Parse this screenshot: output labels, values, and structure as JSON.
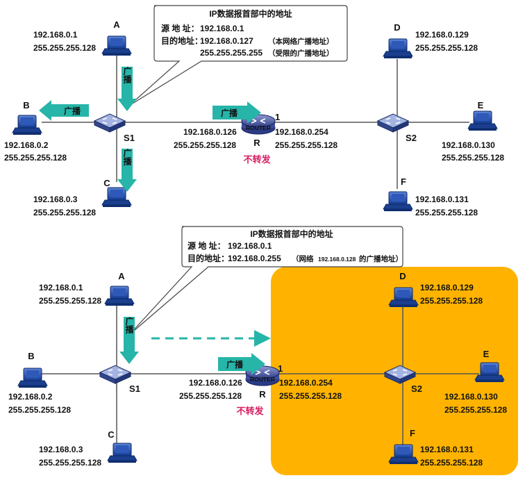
{
  "top": {
    "callout": {
      "title": "IP数据报首部中的地址",
      "src_label": "源 地 址：",
      "src_value": "192.168.0.1",
      "dst_label": "目的地址：",
      "dst_value1": "192.168.0.127",
      "dst_note1": "（本网络广播地址）",
      "dst_value2": "255.255.255.255",
      "dst_note2": "（受限的广播地址）"
    },
    "hosts": {
      "A": {
        "name": "A",
        "ip": "192.168.0.1",
        "mask": "255.255.255.128"
      },
      "B": {
        "name": "B",
        "ip": "192.168.0.2",
        "mask": "255.255.255.128"
      },
      "C": {
        "name": "C",
        "ip": "192.168.0.3",
        "mask": "255.255.255.128"
      },
      "D": {
        "name": "D",
        "ip": "192.168.0.129",
        "mask": "255.255.255.128"
      },
      "E": {
        "name": "E",
        "ip": "192.168.0.130",
        "mask": "255.255.255.128"
      },
      "F": {
        "name": "F",
        "ip": "192.168.0.131",
        "mask": "255.255.255.128"
      }
    },
    "s1": "S1",
    "s2": "S2",
    "router": "R",
    "router_port": "1",
    "router_left_ip": "192.168.0.126",
    "router_left_mask": "255.255.255.128",
    "router_right_ip": "192.168.0.254",
    "router_right_mask": "255.255.255.128",
    "broadcast": "广播",
    "not_forward": "不转发"
  },
  "bottom": {
    "callout": {
      "title": "IP数据报首部中的地址",
      "src_label": "源 地 址：",
      "src_value": "192.168.0.1",
      "dst_label": "目的地址：",
      "dst_value": "192.168.0.255",
      "note_a": "（网络",
      "note_b": "192.168.0.128",
      "note_c": "的广播地址）"
    },
    "hosts": {
      "A": {
        "name": "A",
        "ip": "192.168.0.1",
        "mask": "255.255.255.128"
      },
      "B": {
        "name": "B",
        "ip": "192.168.0.2",
        "mask": "255.255.255.128"
      },
      "C": {
        "name": "C",
        "ip": "192.168.0.3",
        "mask": "255.255.255.128"
      },
      "D": {
        "name": "D",
        "ip": "192.168.0.129",
        "mask": "255.255.255.128"
      },
      "E": {
        "name": "E",
        "ip": "192.168.0.130",
        "mask": "255.255.255.128"
      },
      "F": {
        "name": "F",
        "ip": "192.168.0.131",
        "mask": "255.255.255.128"
      }
    },
    "s1": "S1",
    "s2": "S2",
    "router": "R",
    "router_port": "1",
    "router_left_ip": "192.168.0.126",
    "router_left_mask": "255.255.255.128",
    "router_right_ip": "192.168.0.254",
    "router_right_mask": "255.255.255.128",
    "broadcast": "广播",
    "not_forward": "不转发"
  },
  "colors": {
    "broadcast_arrow": "#26b5a8",
    "highlight": "#ffb300",
    "no_forward": "#d81b60",
    "host_blue": "#1c3f8a"
  },
  "router_icon_text": "ROUTER"
}
